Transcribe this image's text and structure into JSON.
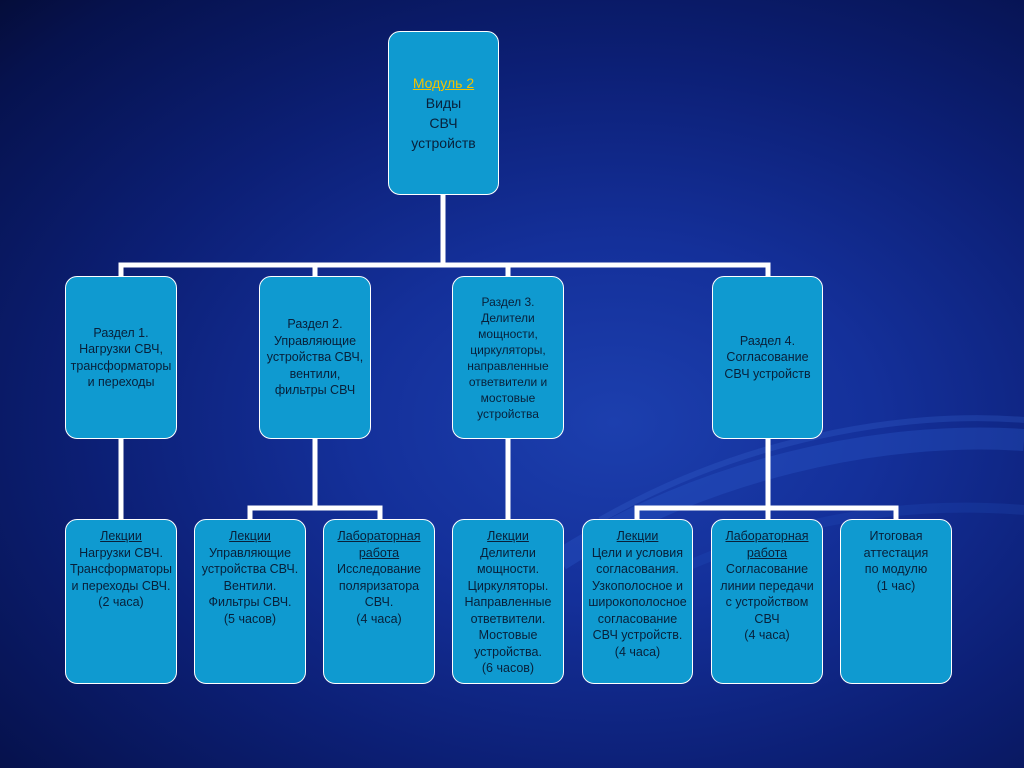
{
  "colors": {
    "node_fill": "#0f9ad0",
    "connector": "#ffffff",
    "accent_title": "#f2c200",
    "text": "#08203a"
  },
  "module": {
    "title": "Модуль 2",
    "lines": [
      "Виды",
      "СВЧ",
      "устройств"
    ]
  },
  "sections": [
    {
      "title": "Раздел 1.",
      "lines": [
        "Нагрузки СВЧ,",
        "трансформаторы",
        "и переходы"
      ]
    },
    {
      "title": "Раздел 2.",
      "lines": [
        "Управляющие",
        "устройства СВЧ,",
        "вентили,",
        "фильтры СВЧ"
      ]
    },
    {
      "title": "Раздел 3.",
      "lines": [
        "Делители",
        "мощности,",
        "циркуляторы,",
        "направленные",
        "ответвители и",
        "мостовые",
        "устройства"
      ]
    },
    {
      "title": "Раздел 4.",
      "lines": [
        "Согласование",
        "СВЧ устройств"
      ]
    }
  ],
  "activities": [
    {
      "title": "Лекции ",
      "lines": [
        "Нагрузки СВЧ.",
        "Трансформаторы",
        "и переходы СВЧ.",
        "(2 часа)"
      ]
    },
    {
      "title": "Лекции",
      "lines": [
        "Управляющие",
        "устройства СВЧ.",
        "Вентили.",
        "Фильтры СВЧ.",
        "(5 часов)"
      ]
    },
    {
      "title": "Лабораторная работа",
      "lines": [
        "Исследование",
        "поляризатора",
        "СВЧ.",
        "(4 часа)"
      ]
    },
    {
      "title": "Лекции",
      "lines": [
        "Делители",
        "мощности.",
        "Циркуляторы.",
        "Направленные",
        "ответвители.",
        "Мостовые",
        "устройства.",
        "(6 часов)"
      ]
    },
    {
      "title": "Лекции",
      "lines": [
        "Цели и условия",
        "согласования.",
        "Узкополосное и",
        "широкополосное",
        "согласование",
        "СВЧ устройств.",
        "(4 часа)"
      ]
    },
    {
      "title": "Лабораторная работа",
      "lines": [
        "Согласование",
        "линии передачи",
        "с устройством",
        "СВЧ",
        "(4 часа)"
      ]
    },
    {
      "title": "",
      "lines": [
        "Итоговая",
        "аттестация",
        "по модулю",
        "(1 час)"
      ]
    }
  ]
}
